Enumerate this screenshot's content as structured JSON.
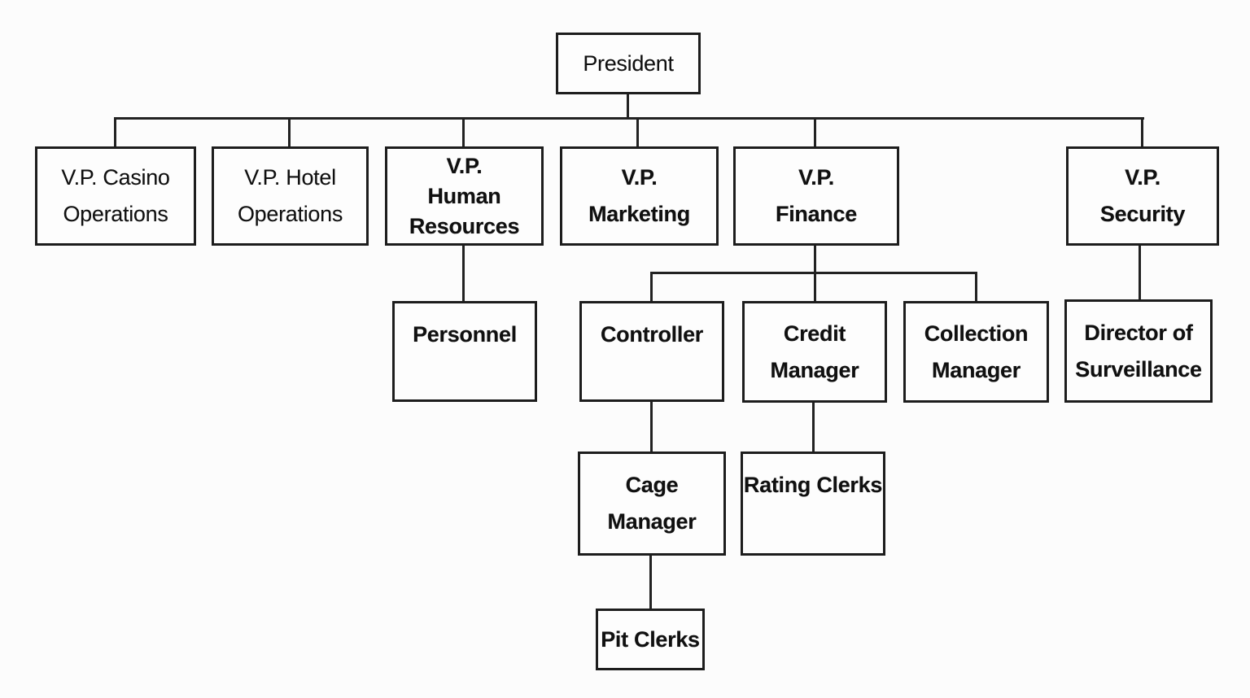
{
  "diagram": {
    "type": "org-chart",
    "nodes": {
      "president": {
        "label": "President",
        "lines": [
          "President"
        ],
        "reports_to": null
      },
      "vp_casino": {
        "label": "V.P. Casino Operations",
        "lines": [
          "V.P. Casino",
          "Operations"
        ],
        "reports_to": "president"
      },
      "vp_hotel": {
        "label": "V.P. Hotel Operations",
        "lines": [
          "V.P. Hotel",
          "Operations"
        ],
        "reports_to": "president"
      },
      "vp_hr": {
        "label": "V.P. Human Resources",
        "lines": [
          "V.P.",
          "Human",
          "Resources"
        ],
        "reports_to": "president"
      },
      "vp_marketing": {
        "label": "V.P. Marketing",
        "lines": [
          "V.P.",
          "Marketing"
        ],
        "reports_to": "president"
      },
      "vp_finance": {
        "label": "V.P. Finance",
        "lines": [
          "V.P.",
          "Finance"
        ],
        "reports_to": "president"
      },
      "vp_security": {
        "label": "V.P. Security",
        "lines": [
          "V.P.",
          "Security"
        ],
        "reports_to": "president"
      },
      "personnel": {
        "label": "Personnel",
        "lines": [
          "Personnel"
        ],
        "reports_to": "vp_hr"
      },
      "controller": {
        "label": "Controller",
        "lines": [
          "Controller"
        ],
        "reports_to": "vp_finance"
      },
      "credit_manager": {
        "label": "Credit Manager",
        "lines": [
          "Credit",
          "Manager"
        ],
        "reports_to": "vp_finance"
      },
      "collection_manager": {
        "label": "Collection Manager",
        "lines": [
          "Collection",
          "Manager"
        ],
        "reports_to": "vp_finance"
      },
      "director_surveillance": {
        "label": "Director of Surveillance",
        "lines": [
          "Director of",
          "Surveillance"
        ],
        "reports_to": "vp_security"
      },
      "cage_manager": {
        "label": "Cage Manager",
        "lines": [
          "Cage",
          "Manager"
        ],
        "reports_to": "controller"
      },
      "rating_clerks": {
        "label": "Rating Clerks",
        "lines": [
          "Rating Clerks"
        ],
        "reports_to": "credit_manager"
      },
      "pit_clerks": {
        "label": "Pit Clerks",
        "lines": [
          "Pit Clerks"
        ],
        "reports_to": "cage_manager"
      }
    },
    "colors": {
      "background": "#fcfcfc",
      "box_fill": "#fdfdfd",
      "box_border": "#1d1d1d",
      "text": "#101010",
      "connector": "#222222"
    }
  }
}
